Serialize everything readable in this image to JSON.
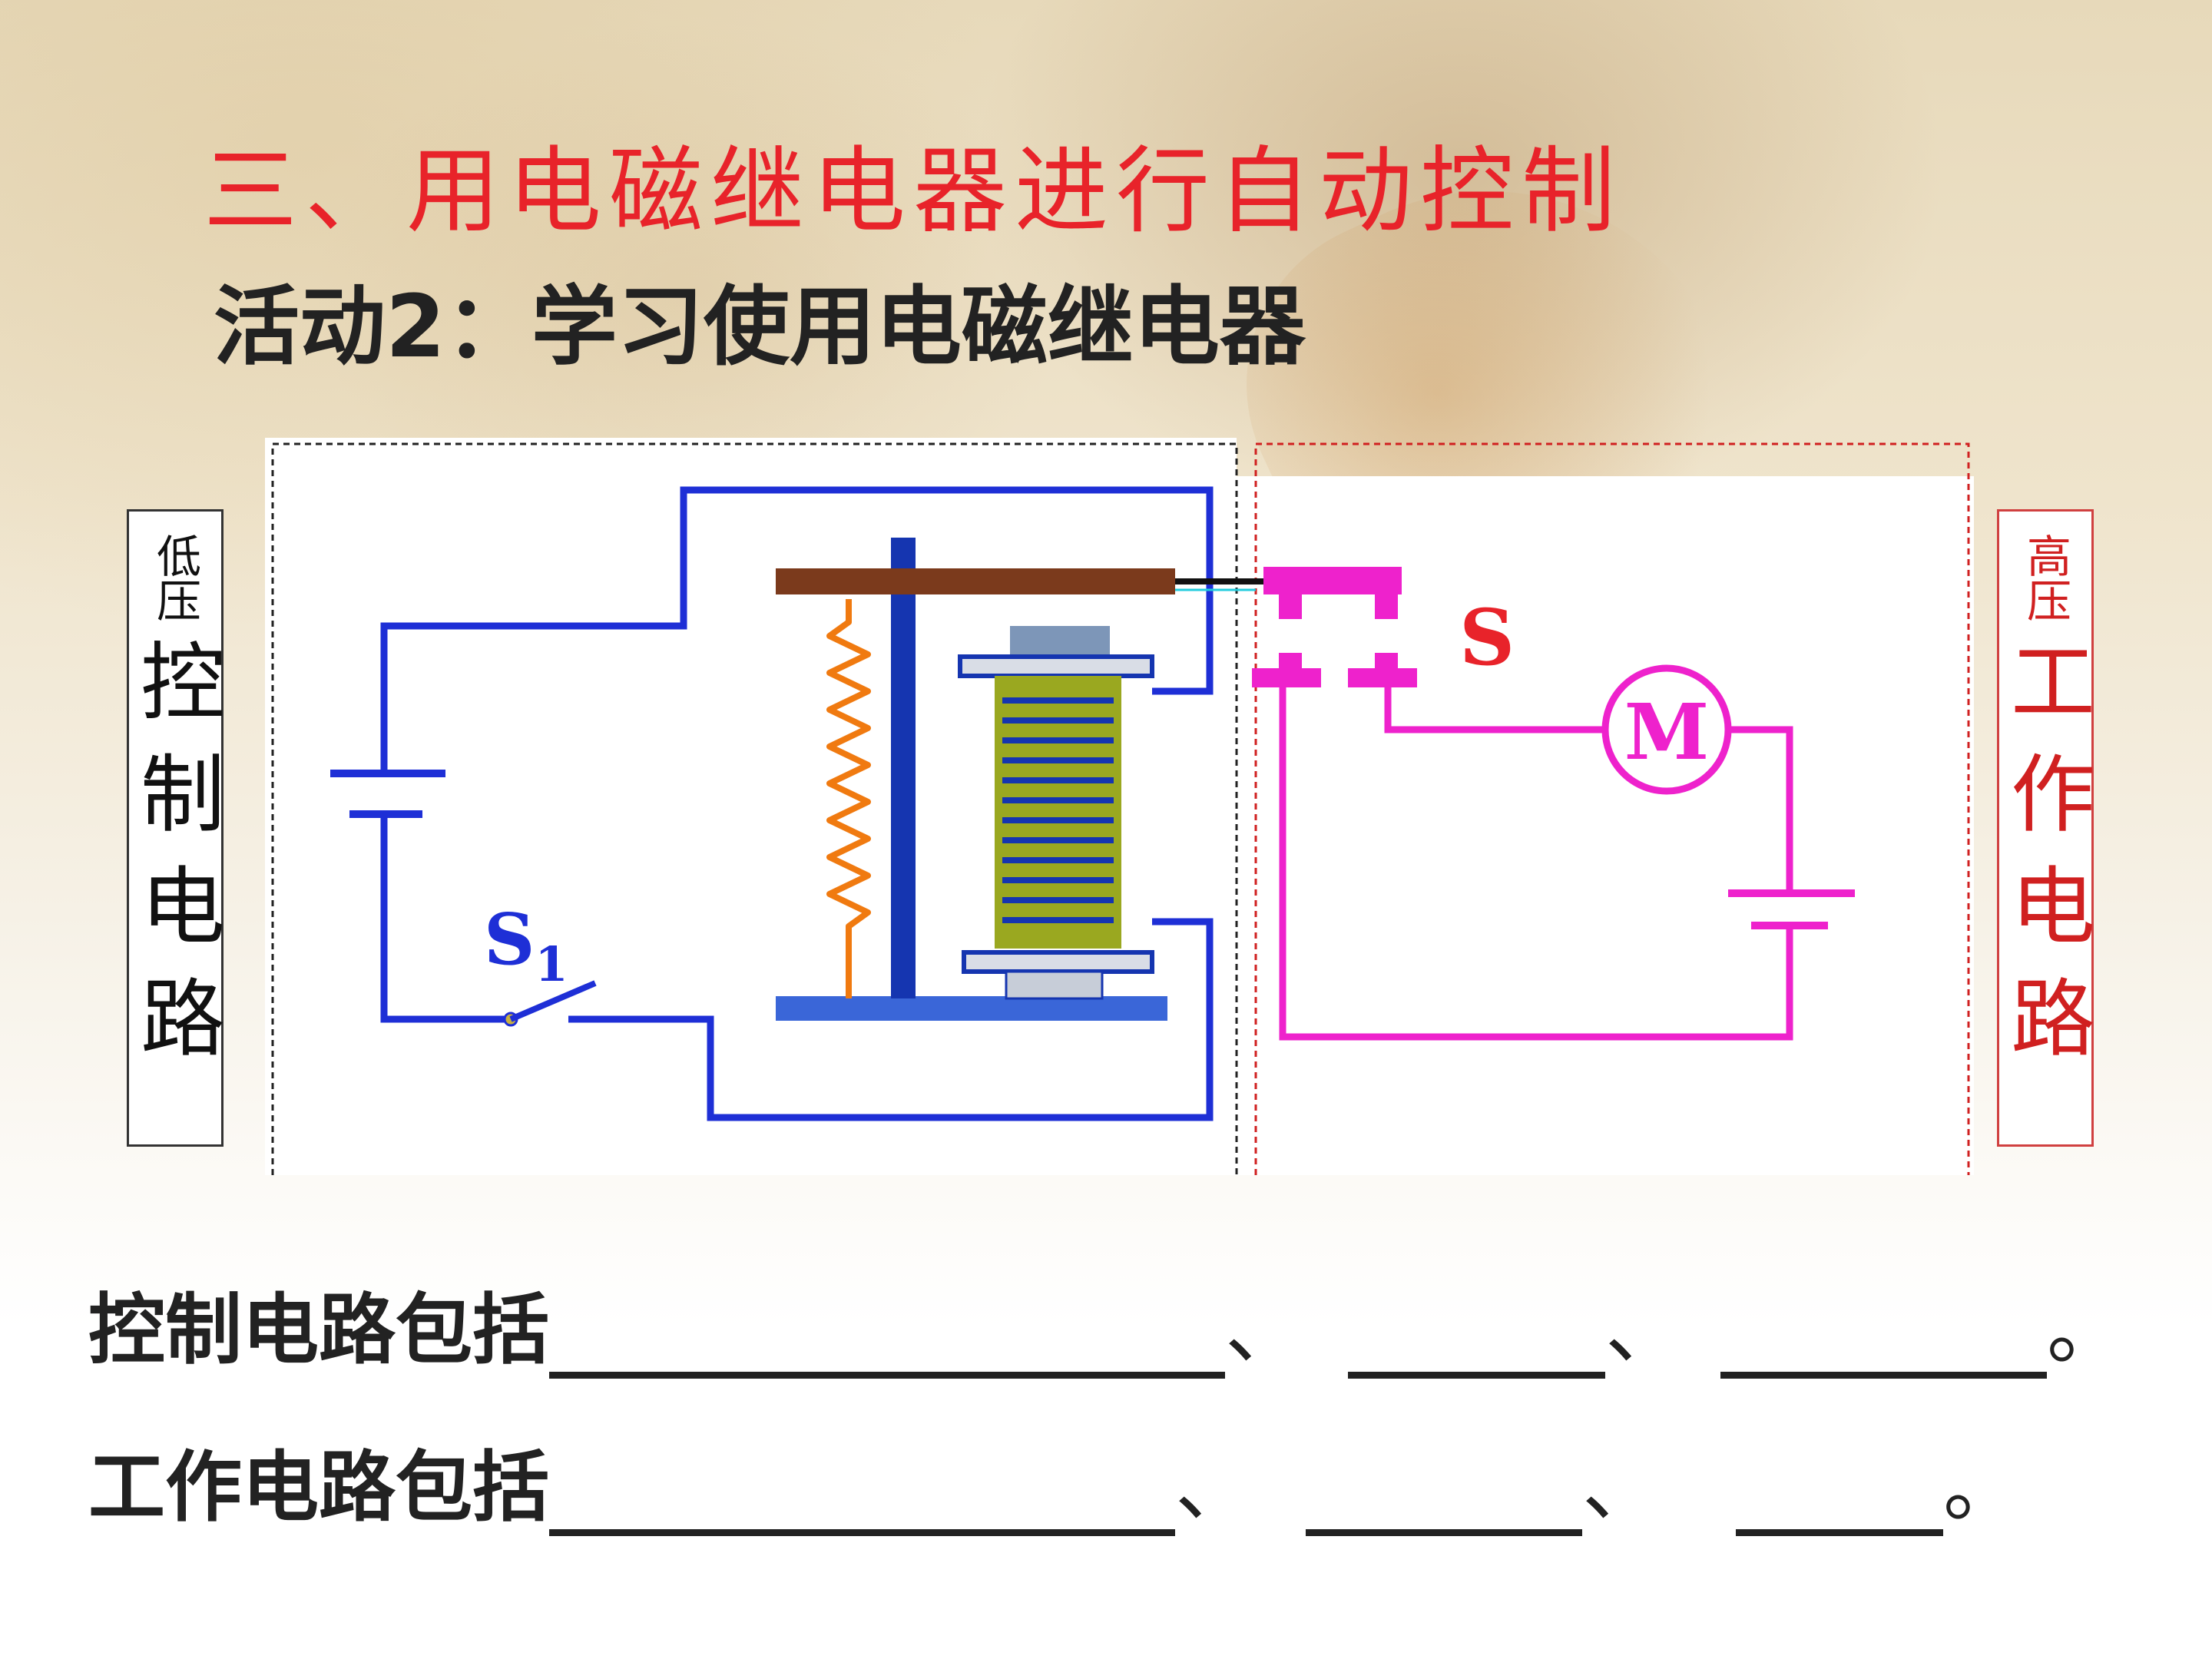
{
  "title": "三、用电磁继电器进行自动控制",
  "subtitle": "活动2：学习使用电磁继电器",
  "left_label": {
    "small": "低压",
    "big": "控制电路"
  },
  "right_label": {
    "small": "高压",
    "big": "工作电路"
  },
  "diagram": {
    "switch_s1_letter": "S",
    "switch_s1_sub": "1",
    "switch_s_label": "S",
    "motor_label": "M",
    "colors": {
      "control_wire": "#1e2fd6",
      "work_wire": "#ee22cc",
      "armature": "#7b3a1c",
      "spring": "#f07a10",
      "core": "#1535b0",
      "coil_body": "#9aa820",
      "base": "#3a66d8",
      "control_border": "#222222",
      "work_border": "#d02020"
    }
  },
  "questions": [
    {
      "label": "控制电路包括",
      "sep1": "、",
      "sep2": "、",
      "end": "。"
    },
    {
      "label": "工作电路包括",
      "sep1": "、",
      "sep2": "、",
      "end": "。"
    }
  ]
}
